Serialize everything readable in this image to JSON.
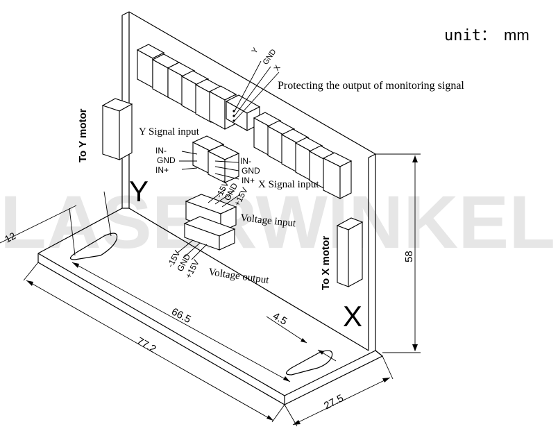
{
  "watermark": "LASERWINKEL",
  "unit": {
    "label": "unit：",
    "value": "mm"
  },
  "labels": {
    "protecting": "Protecting the output of monitoring signal",
    "y_signal_input": "Y Signal input",
    "x_signal_input": "X Signal input",
    "voltage_input": "Voltage input",
    "voltage_output": "Voltage output",
    "to_y_motor": "To Y motor",
    "to_x_motor": "To X motor",
    "axis_y": "Y",
    "axis_x": "X"
  },
  "monitor_pins": {
    "y": "Y",
    "gnd": "GND",
    "x": "X"
  },
  "y_pins": {
    "in_minus": "IN-",
    "gnd": "GND",
    "in_plus": "IN+"
  },
  "x_pins": {
    "in_minus": "IN-",
    "gnd": "GND",
    "in_plus": "IN+"
  },
  "vin_pins": {
    "m15": "-15V",
    "gnd": "GND",
    "p15": "+15V"
  },
  "vout_pins": {
    "m15": "-15V",
    "gnd": "GND",
    "p15": "+15V"
  },
  "dimensions": {
    "d12": "12",
    "d665": "66.5",
    "d772": "77.2",
    "d45": "4.5",
    "d275": "27.5",
    "d58": "58"
  }
}
